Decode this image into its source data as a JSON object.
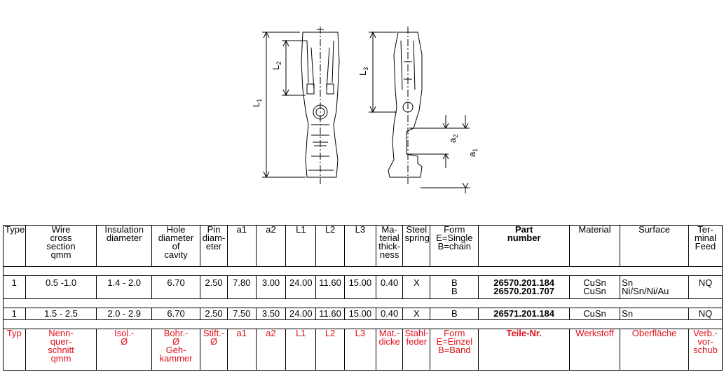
{
  "drawing": {
    "dim_L1": "L",
    "dim_L1_sub": "1",
    "dim_L2": "L",
    "dim_L2_sub": "2",
    "dim_L3": "L",
    "dim_L3_sub": "3",
    "dim_a1": "a",
    "dim_a1_sub": "1",
    "dim_a2": "a",
    "dim_a2_sub": "2"
  },
  "header_en": [
    "Type",
    "Wire|cross|section|qmm",
    "Insulation|diameter",
    "Hole|diameter|of|cavity",
    "Pin|diam-|eter",
    "a1",
    "a2",
    "L1",
    "L2",
    "L3",
    "Ma-|terial|thick-|ness",
    "Steel|spring",
    "Form|E=Single|B=chain",
    "Part|number",
    "Material",
    "Surface",
    "Ter-|minal|Feed"
  ],
  "row1": [
    "1",
    "0.5 -1.0",
    "1.4 - 2.0",
    "6.70",
    "2.50",
    "7.80",
    "3.00",
    "24.00",
    "11.60",
    "15.00",
    "0.40",
    "X",
    "B|B",
    "26570.201.184|26570.201.707",
    "CuSn|CuSn",
    "Sn|Ni/Sn/Ni/Au",
    "NQ"
  ],
  "row2": [
    "1",
    "1.5 - 2.5",
    "2.0 - 2.9",
    "6.70",
    "2.50",
    "7.50",
    "3.50",
    "24.00",
    "11.60",
    "15.00",
    "0.40",
    "X",
    "B",
    "26571.201.184",
    "CuSn",
    "Sn",
    "NQ"
  ],
  "header_de": [
    "Typ",
    "Nenn-|quer-|schnitt|qmm",
    "Isol.-|Ø",
    "Bohr.-|Ø|Geh-|kammer",
    "Stift.-|Ø",
    "a1",
    "a2",
    "L1",
    "L2",
    "L3",
    "Mat.-|dicke",
    "Stahl-|feder",
    "Form|E=Einzel|B=Band",
    "Teile-Nr.",
    "Werkstoff",
    "Oberfläche",
    "Verb.-|vor-|schub"
  ],
  "colors": {
    "red": "#e0101a"
  }
}
